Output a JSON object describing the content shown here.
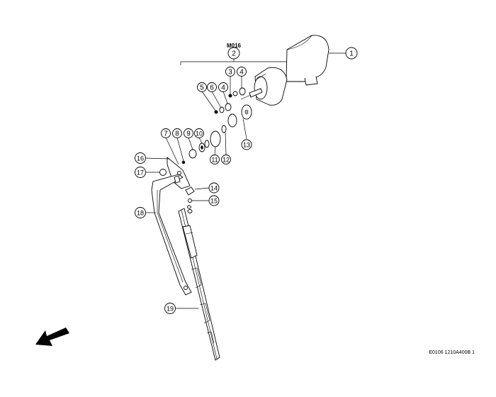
{
  "assembly_label": "M016",
  "reference_code": "E0106 1210A400B 1",
  "callouts": [
    "1",
    "2",
    "3",
    "4",
    "4",
    "5",
    "6",
    "7",
    "8",
    "9",
    "10",
    "11",
    "12",
    "13",
    "14",
    "15",
    "16",
    "17",
    "18",
    "19"
  ],
  "colors": {
    "line": "#000000",
    "background": "#ffffff",
    "shade": "#b5b5b5"
  },
  "icons": {
    "direction": "front-arrow-icon"
  }
}
